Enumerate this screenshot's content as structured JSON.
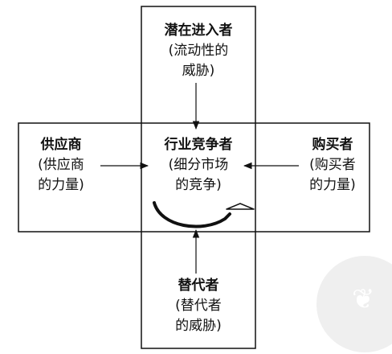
{
  "nodes": {
    "top": {
      "title": "潜在进入者",
      "sub1": "(流动性的",
      "sub2": "威胁)"
    },
    "center": {
      "title": "行业竞争者",
      "sub1": "(细分市场",
      "sub2": "的竞争)"
    },
    "left": {
      "title": "供应商",
      "sub1": "(供应商",
      "sub2": "的力量)"
    },
    "right": {
      "title": "购买者",
      "sub1": "(购买者",
      "sub2": "的力量)"
    },
    "bottom": {
      "title": "替代者",
      "sub1": "(替代者",
      "sub2": "的威胁)"
    }
  },
  "edges": [
    {
      "from": "top",
      "to": "center"
    },
    {
      "from": "left",
      "to": "center"
    },
    {
      "from": "right",
      "to": "center"
    },
    {
      "from": "bottom",
      "to": "center"
    }
  ],
  "watermark": {
    "color": "#ececec",
    "icon": "leaf-logo"
  }
}
